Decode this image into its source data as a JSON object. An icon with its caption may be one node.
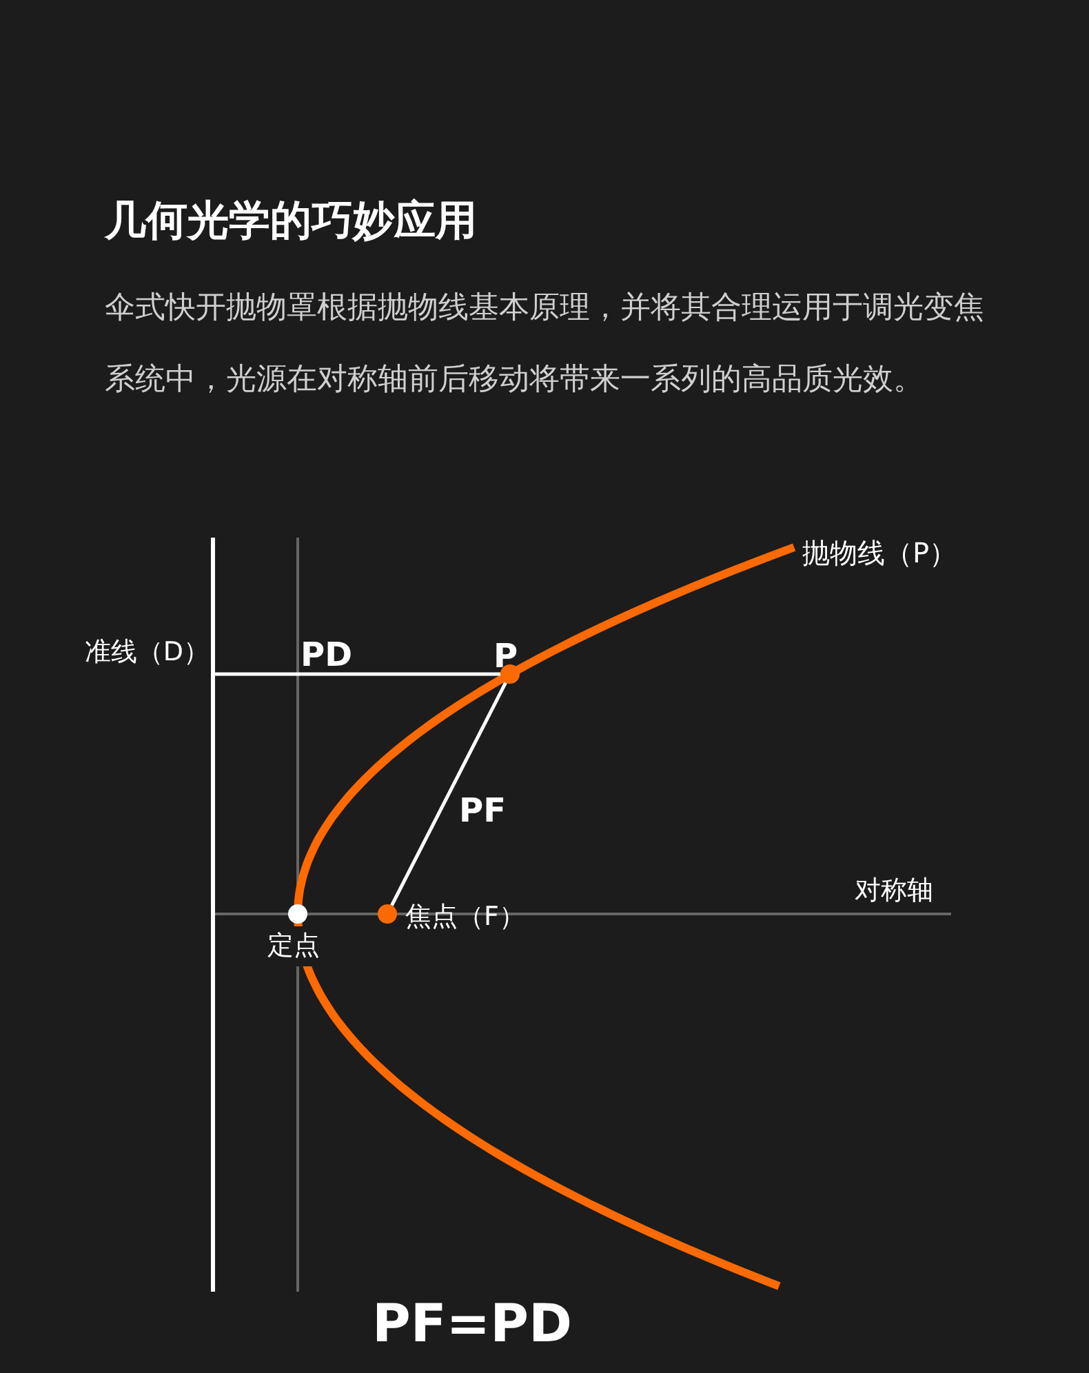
{
  "diagram": {
    "title": "几何光学的巧妙应用",
    "caption": "伞式快开抛物罩根据抛物线基本原理，并将其合理运用于调光变焦系统中，光源在对称轴前后移动将带来一系列的高品质光效。",
    "nodes": [
      {
        "text": [
          "P"
        ]
      },
      {
        "text": [
          "焦点（F）"
        ]
      },
      {
        "text": [
          "定点"
        ]
      },
      {
        "text": [
          "准线（D）"
        ]
      }
    ],
    "edges": [
      {
        "from": 3,
        "to": 0,
        "arrow": "none",
        "label": "PD"
      },
      {
        "from": 0,
        "to": 1,
        "arrow": "none",
        "label": "PF"
      }
    ],
    "labels": [
      "抛物线（P）",
      "对称轴",
      "PF=PD"
    ]
  }
}
